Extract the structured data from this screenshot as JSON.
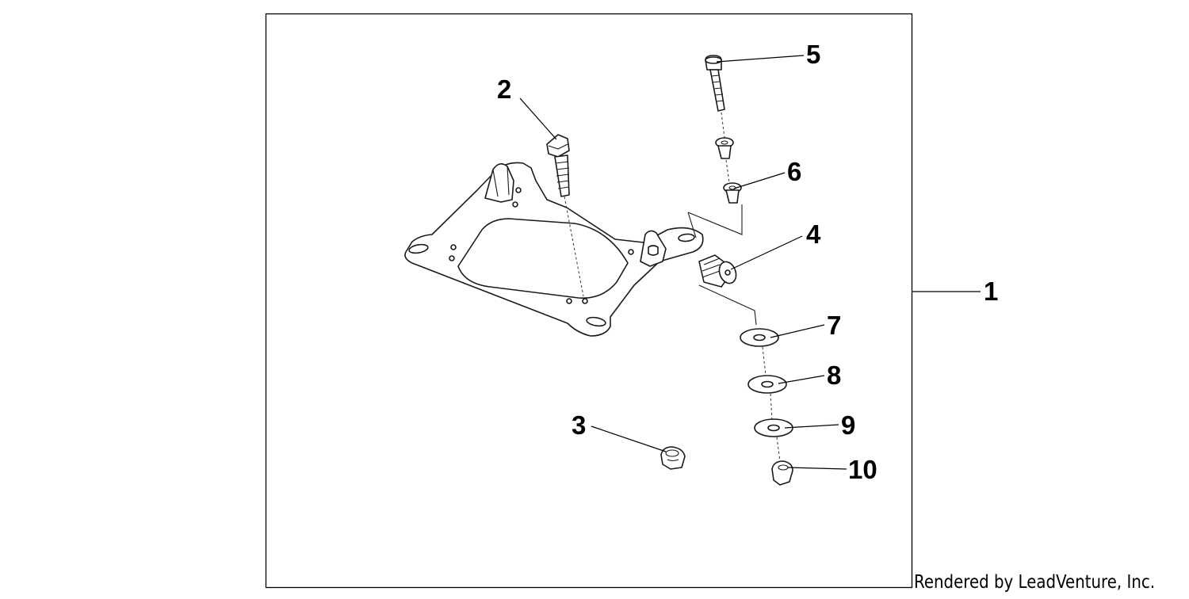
{
  "callouts": [
    {
      "id": "1",
      "label": "1"
    },
    {
      "id": "2",
      "label": "2"
    },
    {
      "id": "3",
      "label": "3"
    },
    {
      "id": "4",
      "label": "4"
    },
    {
      "id": "5",
      "label": "5"
    },
    {
      "id": "6",
      "label": "6"
    },
    {
      "id": "7",
      "label": "7"
    },
    {
      "id": "8",
      "label": "8"
    },
    {
      "id": "9",
      "label": "9"
    },
    {
      "id": "10",
      "label": "10"
    }
  ],
  "credit": "Rendered by LeadVenture, Inc.",
  "colors": {
    "line": "#000000",
    "background": "#ffffff"
  }
}
